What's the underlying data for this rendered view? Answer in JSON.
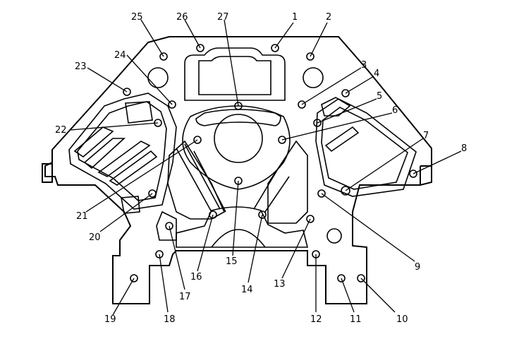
{
  "diagram": {
    "callouts": [
      {
        "id": "c1",
        "label": "1"
      },
      {
        "id": "c2",
        "label": "2"
      },
      {
        "id": "c3",
        "label": "3"
      },
      {
        "id": "c4",
        "label": "4"
      },
      {
        "id": "c5",
        "label": "5"
      },
      {
        "id": "c6",
        "label": "6"
      },
      {
        "id": "c7",
        "label": "7"
      },
      {
        "id": "c8",
        "label": "8"
      },
      {
        "id": "c9",
        "label": "9"
      },
      {
        "id": "c10",
        "label": "10"
      },
      {
        "id": "c11",
        "label": "11"
      },
      {
        "id": "c12",
        "label": "12"
      },
      {
        "id": "c13",
        "label": "13"
      },
      {
        "id": "c14",
        "label": "14"
      },
      {
        "id": "c15",
        "label": "15"
      },
      {
        "id": "c16",
        "label": "16"
      },
      {
        "id": "c17",
        "label": "17"
      },
      {
        "id": "c18",
        "label": "18"
      },
      {
        "id": "c19",
        "label": "19"
      },
      {
        "id": "c20",
        "label": "20"
      },
      {
        "id": "c21",
        "label": "21"
      },
      {
        "id": "c22",
        "label": "22"
      },
      {
        "id": "c23",
        "label": "23"
      },
      {
        "id": "c24",
        "label": "24"
      },
      {
        "id": "c25",
        "label": "25"
      },
      {
        "id": "c26",
        "label": "26"
      },
      {
        "id": "c27",
        "label": "27"
      }
    ]
  }
}
